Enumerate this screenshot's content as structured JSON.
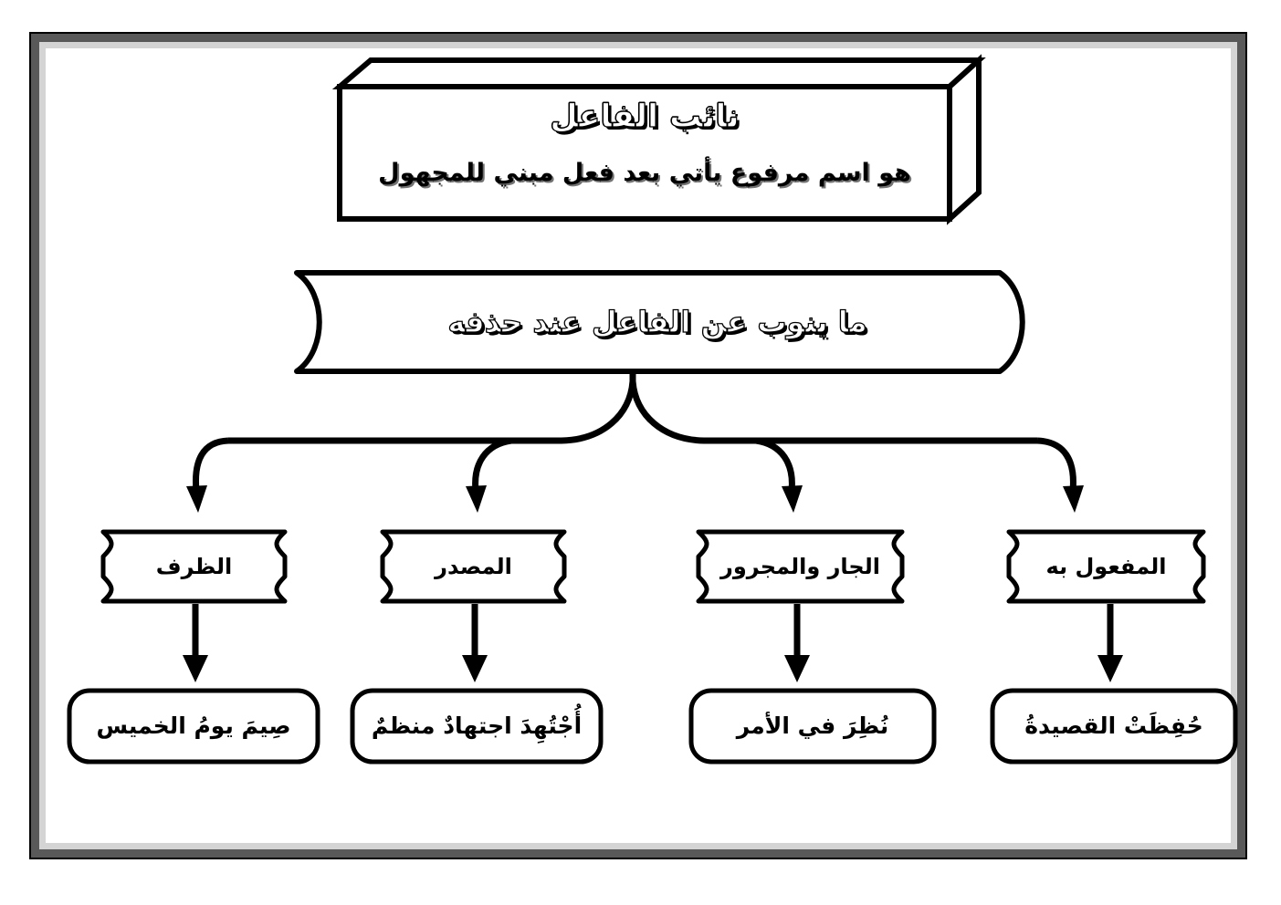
{
  "document": {
    "language": "Arabic",
    "page_background": "#ffffff",
    "frame": {
      "outer_color": "#000000",
      "mid_color": "#595959",
      "inner_color": "#d4d4d4"
    }
  },
  "title_box": {
    "shape": "cube-3d",
    "heading": "نائب الفاعل",
    "definition": "هو اسم مرفوع يأتي بعد فعل مبني للمجهول"
  },
  "prep_box": {
    "shape": "flowchart-preparation",
    "label": "ما ينوب عن الفاعل عند حذفه"
  },
  "categories": [
    {
      "id": "maful-bih",
      "label": "المفعول به",
      "example": "حُفِظَتْ القصيدةُ"
    },
    {
      "id": "jar-majroor",
      "label": "الجار والمجرور",
      "example": "نُظِرَ في الأمر"
    },
    {
      "id": "masdar",
      "label": "المصدر",
      "example": "أُجْتُهِدَ اجتهادٌ منظمٌ"
    },
    {
      "id": "dharf",
      "label": "الظرف",
      "example": "صِيمَ يومُ الخميس"
    }
  ],
  "connectors": {
    "fan_label": "fan-out-connector",
    "arrow_label": "down-arrow"
  }
}
